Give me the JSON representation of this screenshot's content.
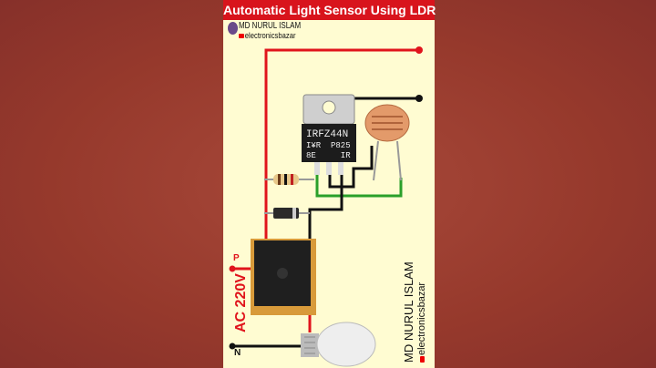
{
  "title": "Automatic Light Sensor Using LDR",
  "credit": {
    "name": "MD NURUL ISLAM",
    "handle": "electronicsbazar"
  },
  "mosfet": {
    "line1": "IRFZ44N",
    "line2": "I¥R  P825",
    "line3": "8E     IR"
  },
  "labels": {
    "supply": "AC 220V",
    "p": "P",
    "n": "N"
  },
  "colors": {
    "title_bg": "#d8141c",
    "panel": "#fffcd2",
    "background": "#94392c",
    "live_wire": "#e0141c",
    "gate_wire": "#2aa02a"
  }
}
